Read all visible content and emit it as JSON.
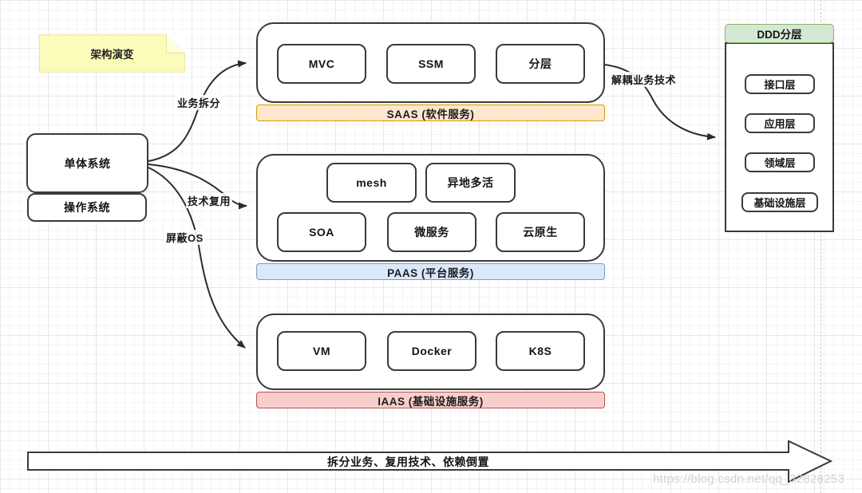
{
  "title_note": "架构演变",
  "source_boxes": {
    "monolith": "单体系统",
    "os": "操作系统"
  },
  "edge_labels": {
    "business_split": "业务拆分",
    "tech_reuse": "技术复用",
    "shield_os": "屏蔽OS",
    "decouple": "解耦业务技术"
  },
  "saas": {
    "banner": "SAAS (软件服务)",
    "items": [
      "MVC",
      "SSM",
      "分层"
    ]
  },
  "paas": {
    "banner": "PAAS (平台服务)",
    "row1": [
      "mesh",
      "异地多活"
    ],
    "row2": [
      "SOA",
      "微服务",
      "云原生"
    ]
  },
  "iaas": {
    "banner": "IAAS (基础设施服务)",
    "items": [
      "VM",
      "Docker",
      "K8S"
    ]
  },
  "ddd": {
    "title": "DDD分层",
    "layers": [
      "接口层",
      "应用层",
      "领域层",
      "基础设施层"
    ]
  },
  "bottom_arrow": {
    "label": "拆分业务、复用技术、依赖倒置"
  },
  "watermark": "https://blog.csdn.net/qq_32828253",
  "colors": {
    "shape_stroke": "#3a3a3a",
    "note_fill": "#fcfcba",
    "saas_fill": "#ffe6cc",
    "saas_stroke": "#d79b00",
    "paas_fill": "#dae8fc",
    "paas_stroke": "#7d9bbd",
    "iaas_fill": "#f8cecc",
    "iaas_stroke": "#b85450",
    "ddd_fill": "#d5e8d4",
    "ddd_stroke": "#82b366"
  }
}
